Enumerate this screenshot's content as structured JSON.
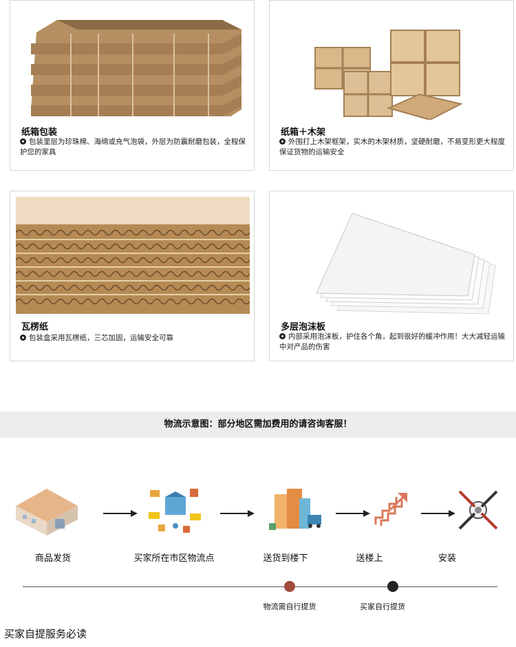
{
  "packaging": [
    {
      "title": "纸箱包装",
      "desc": "包装里层为珍珠棉、海绵或充气泡袋，外层为防震耐磨包装，全程保护您的家具"
    },
    {
      "title": "纸箱＋木架",
      "desc": "外围打上木架框架，实木的木架材质，坚硬耐磨，不易变形更大程度保证货物的运输安全"
    },
    {
      "title": "瓦楞纸",
      "desc": "包装盒采用瓦楞纸，三芯加固，运输安全可靠"
    },
    {
      "title": "多层泡沫板",
      "desc": "内部采用泡沫板，护住各个角，起到很好的缓冲作用！大大减轻运输中对产品的伤害"
    }
  ],
  "logistics": {
    "notice": "物流示意图：部分地区需加费用的请咨询客服！",
    "steps": [
      {
        "label": "商品发货",
        "icon": "warehouse-icon"
      },
      {
        "label": "买家所在市区物流点",
        "icon": "logistics-hub-icon"
      },
      {
        "label": "送货到楼下",
        "icon": "building-delivery-icon"
      },
      {
        "label": "送楼上",
        "icon": "stairs-icon"
      },
      {
        "label": "安装",
        "icon": "tools-icon"
      }
    ],
    "timeline": [
      {
        "label": "物流需自行提货",
        "color": "#a24b3a"
      },
      {
        "label": "买家自行提货",
        "color": "#222222"
      }
    ]
  },
  "footer": {
    "text": "买家自提服务必读"
  }
}
